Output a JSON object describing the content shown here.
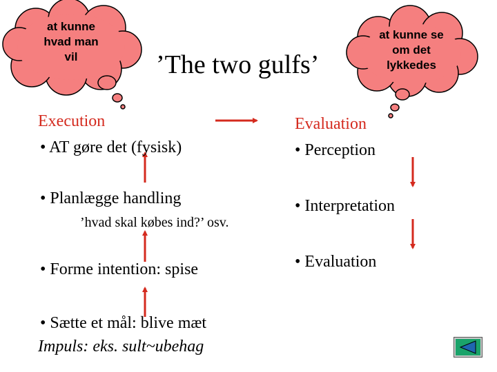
{
  "title": "’The two gulfs’",
  "clouds": {
    "left": [
      "at kunne",
      "hvad man",
      "vil"
    ],
    "right": [
      "at kunne se",
      "om det",
      "lykkedes"
    ]
  },
  "execution": {
    "heading": "Execution",
    "items": [
      "•  AT gøre det (fysisk)",
      "•  Planlægge handling",
      "’hvad skal købes ind?’ osv.",
      "•  Forme intention: spise",
      "•  Sætte et mål: blive mæt"
    ],
    "impulse": "Impuls: eks. sult~ubehag"
  },
  "evaluation": {
    "heading": "Evaluation",
    "items": [
      "•  Perception",
      "•  Interpretation",
      "•  Evaluation"
    ]
  },
  "colors": {
    "cloud_fill": "#f57f7f",
    "accent_red": "#d42a1e",
    "nav_green": "#1aa36a",
    "nav_blue": "#1f66b0"
  }
}
